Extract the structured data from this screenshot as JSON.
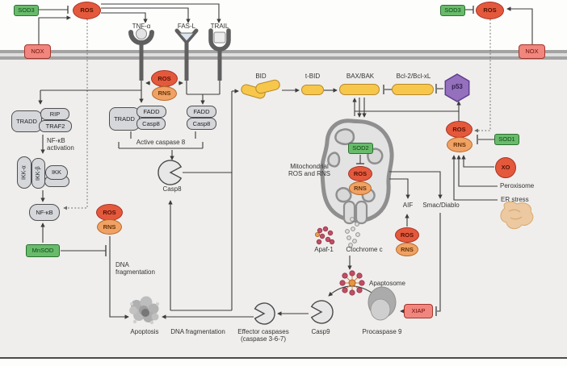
{
  "labels": {
    "sod3": "SOD3",
    "ros": "ROS",
    "rns": "RNS",
    "nox": "NOX",
    "tnf_alpha": "TNF-α",
    "fas_l": "FAS-L",
    "trail": "TRAIL",
    "tradd": "TRADD",
    "rip": "RIP",
    "traf2": "TRAF2",
    "nfkb_activation": "NF-κB activation",
    "ikk_alpha": "IKK-α",
    "ikk_beta": "IKK-β",
    "ikk": "IKK",
    "nfkb": "NF-κB",
    "mnsod": "MnSOD",
    "fadd": "FADD",
    "casp8_subunit": "Casp8",
    "active_caspase8": "Active caspase 8",
    "casp8": "Casp8",
    "bid": "BID",
    "t_bid": "t-BID",
    "bax_bak": "BAX/BAK",
    "bcl2_bclxl": "Bcl-2/Bcl-xL",
    "p53": "p53",
    "mitochondrial_ros_rns": "Mitochondrial ROS and RNS",
    "sod2": "SOD2",
    "sod1": "SOD1",
    "xo": "XO",
    "peroxisome": "Peroxisome",
    "er_stress": "ER stress",
    "aif": "AIF",
    "smac_diablo": "Smac/Diablo",
    "apaf1": "Apaf-1",
    "cytochrome_c": "Ctochrome c",
    "apoptosome": "Apaptosome",
    "xiap": "XIAP",
    "procaspase9": "Procaspase 9",
    "casp9": "Casp9",
    "effector_caspases": "Effector caspases",
    "effector_caspases_sub": "(caspase 3-6-7)",
    "dna_fragmentation": "DNA fragmentation",
    "apoptosis": "Apoptosis"
  },
  "colors": {
    "ros_fill": "#e4593c",
    "ros_border": "#a93226",
    "rns_fill": "#f0a264",
    "rns_border": "#b96a2a",
    "sod_fill": "#68bb6a",
    "sod_border": "#2c7030",
    "nox_fill": "#f1867e",
    "nox_border": "#a5352b",
    "capsule_fill": "#f7c74b",
    "capsule_border": "#b8892b",
    "p53_fill": "#9570bd",
    "p53_border": "#5e3d8f",
    "gray_node_fill": "#d5d7db",
    "gray_node_border": "#4f4f4f",
    "membrane": "#a3a3a3",
    "cytosol": "#efeeec",
    "line": "#3c3c3c",
    "er_blob": "#ecc9a1",
    "apoptosome_dot": "#bf4f63"
  }
}
